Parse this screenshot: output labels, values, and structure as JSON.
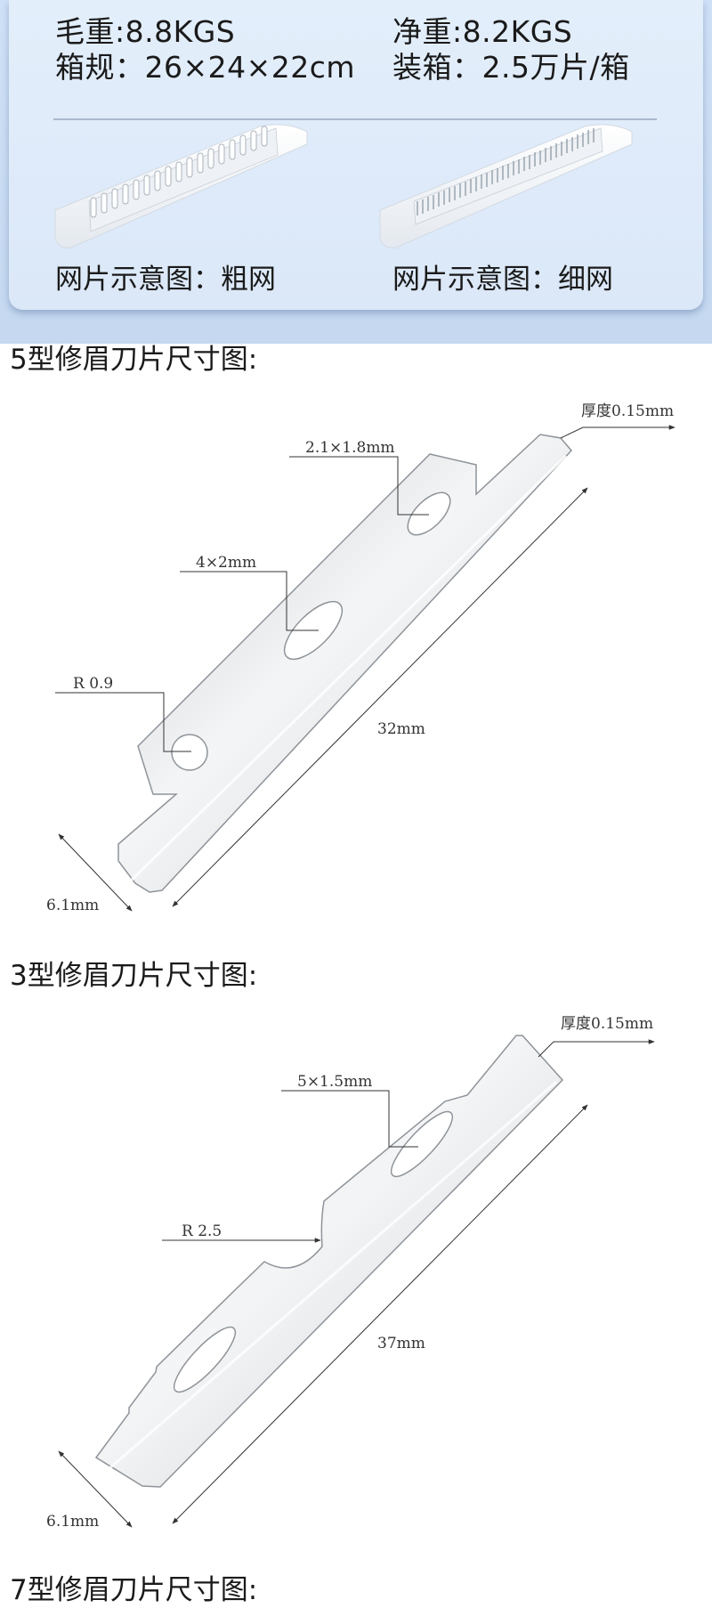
{
  "specs": {
    "gross_weight": "毛重:8.8KGS",
    "net_weight": "净重:8.2KGS",
    "box_size": "箱规：26×24×22cm",
    "packing": "装箱：2.5万片/箱"
  },
  "mesh": {
    "coarse_caption": "网片示意图：粗网",
    "fine_caption": "网片示意图：细网"
  },
  "blade5": {
    "title": "5型修眉刀片尺寸图:",
    "thickness": "厚度0.15mm",
    "slot_top": "2.1×1.8mm",
    "slot_mid": "4×2mm",
    "radius": "R 0.9",
    "length": "32mm",
    "width": "6.1mm"
  },
  "blade3": {
    "title": "3型修眉刀片尺寸图:",
    "thickness": "厚度0.15mm",
    "slot": "5×1.5mm",
    "radius": "R 2.5",
    "length": "37mm",
    "width": "6.1mm"
  },
  "next_title": "7型修眉刀片尺寸图:"
}
